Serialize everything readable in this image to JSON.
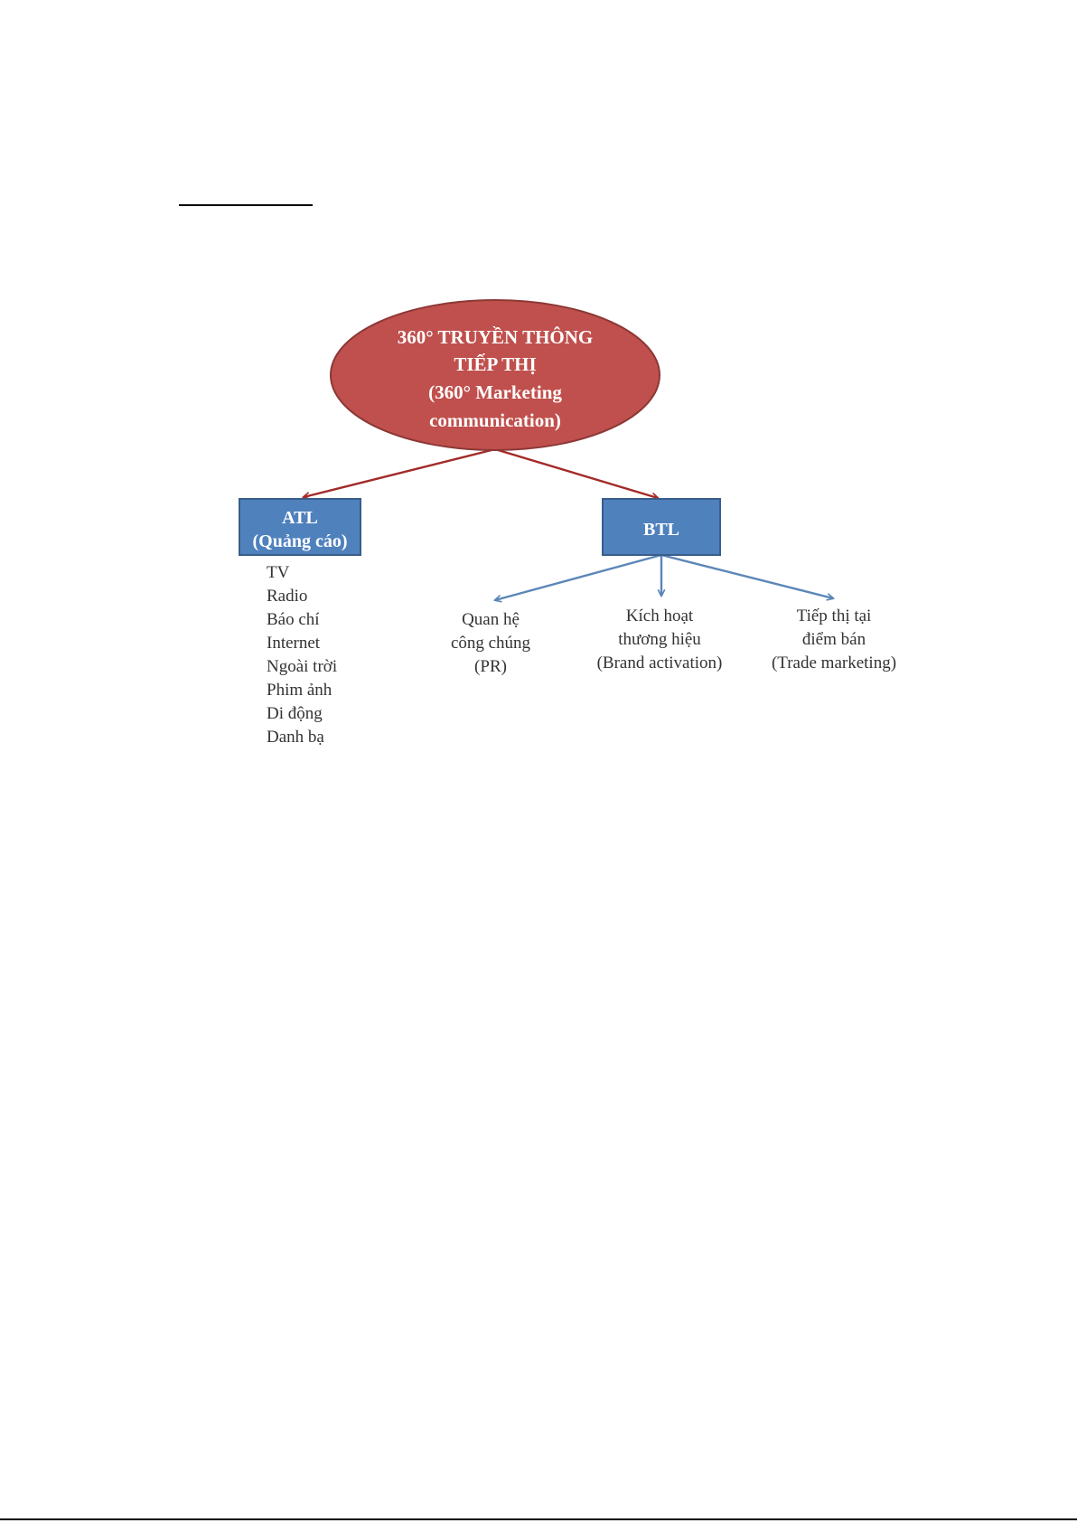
{
  "colors": {
    "root_fill": "#c0504d",
    "root_stroke": "#8c3836",
    "box_fill": "#4f81bd",
    "box_stroke": "#385d8a",
    "red_arrow": "#a32a28",
    "blue_arrow": "#5b86b8",
    "text": "#333333"
  },
  "root": {
    "lines": [
      "360° TRUYỀN THÔNG",
      "TIẾP THỊ",
      "(360° Marketing",
      "communication)"
    ]
  },
  "atl": {
    "lines": [
      "ATL",
      "(Quảng cáo)"
    ],
    "channels": [
      "TV",
      "Radio",
      "Báo chí",
      "Internet",
      "Ngoài trời",
      "Phim ảnh",
      "Di động",
      "Danh bạ"
    ]
  },
  "btl": {
    "label": "BTL",
    "children": [
      {
        "lines": [
          "Quan hệ",
          "công chúng",
          "(PR)"
        ]
      },
      {
        "lines": [
          "Kích hoạt",
          "thương hiệu",
          "(Brand activation)"
        ]
      },
      {
        "lines": [
          "Tiếp thị tại",
          "điểm bán",
          "(Trade marketing)"
        ]
      }
    ]
  }
}
